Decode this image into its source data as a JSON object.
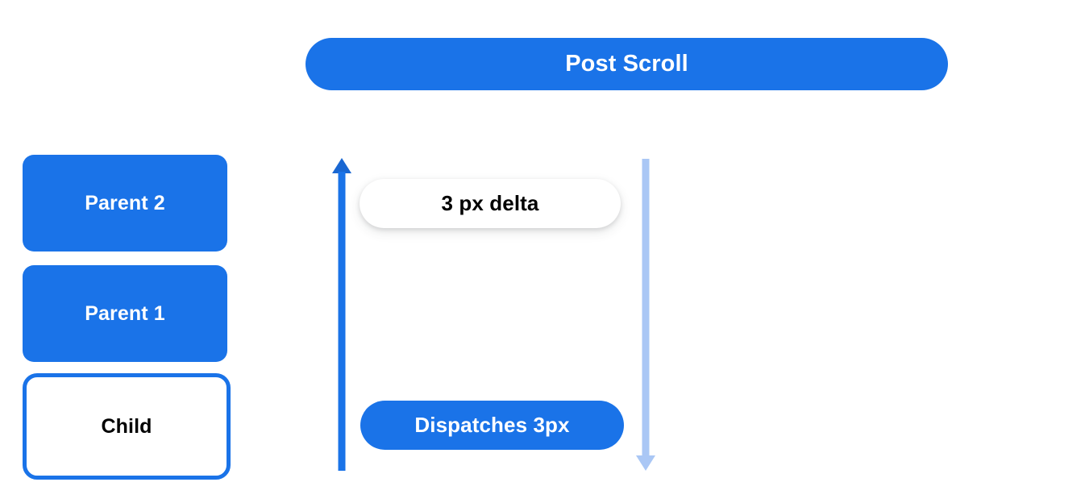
{
  "banner": {
    "title": "Post Scroll",
    "background_color": "#1a73e8",
    "text_color": "#ffffff"
  },
  "node_stack": {
    "items": [
      {
        "label": "Parent 2",
        "style": "filled",
        "fill_color": "#1a73e8",
        "text_color": "#ffffff"
      },
      {
        "label": "Parent 1",
        "style": "filled",
        "fill_color": "#1a73e8",
        "text_color": "#ffffff"
      },
      {
        "label": "Child",
        "style": "outlined",
        "fill_color": "#ffffff",
        "border_color": "#1a73e8",
        "text_color": "#000000"
      }
    ]
  },
  "flow": {
    "up_arrow": {
      "name": "bubble-up-arrow",
      "direction": "up",
      "color": "#1a73e8"
    },
    "down_arrow": {
      "name": "dispatch-down-arrow",
      "direction": "down",
      "color": "#aac7f5"
    },
    "delta_pill": {
      "label": "3 px delta",
      "background_color": "#ffffff",
      "text_color": "#000000"
    },
    "dispatch_pill": {
      "label": "Dispatches 3px",
      "background_color": "#1a73e8",
      "text_color": "#ffffff"
    }
  }
}
